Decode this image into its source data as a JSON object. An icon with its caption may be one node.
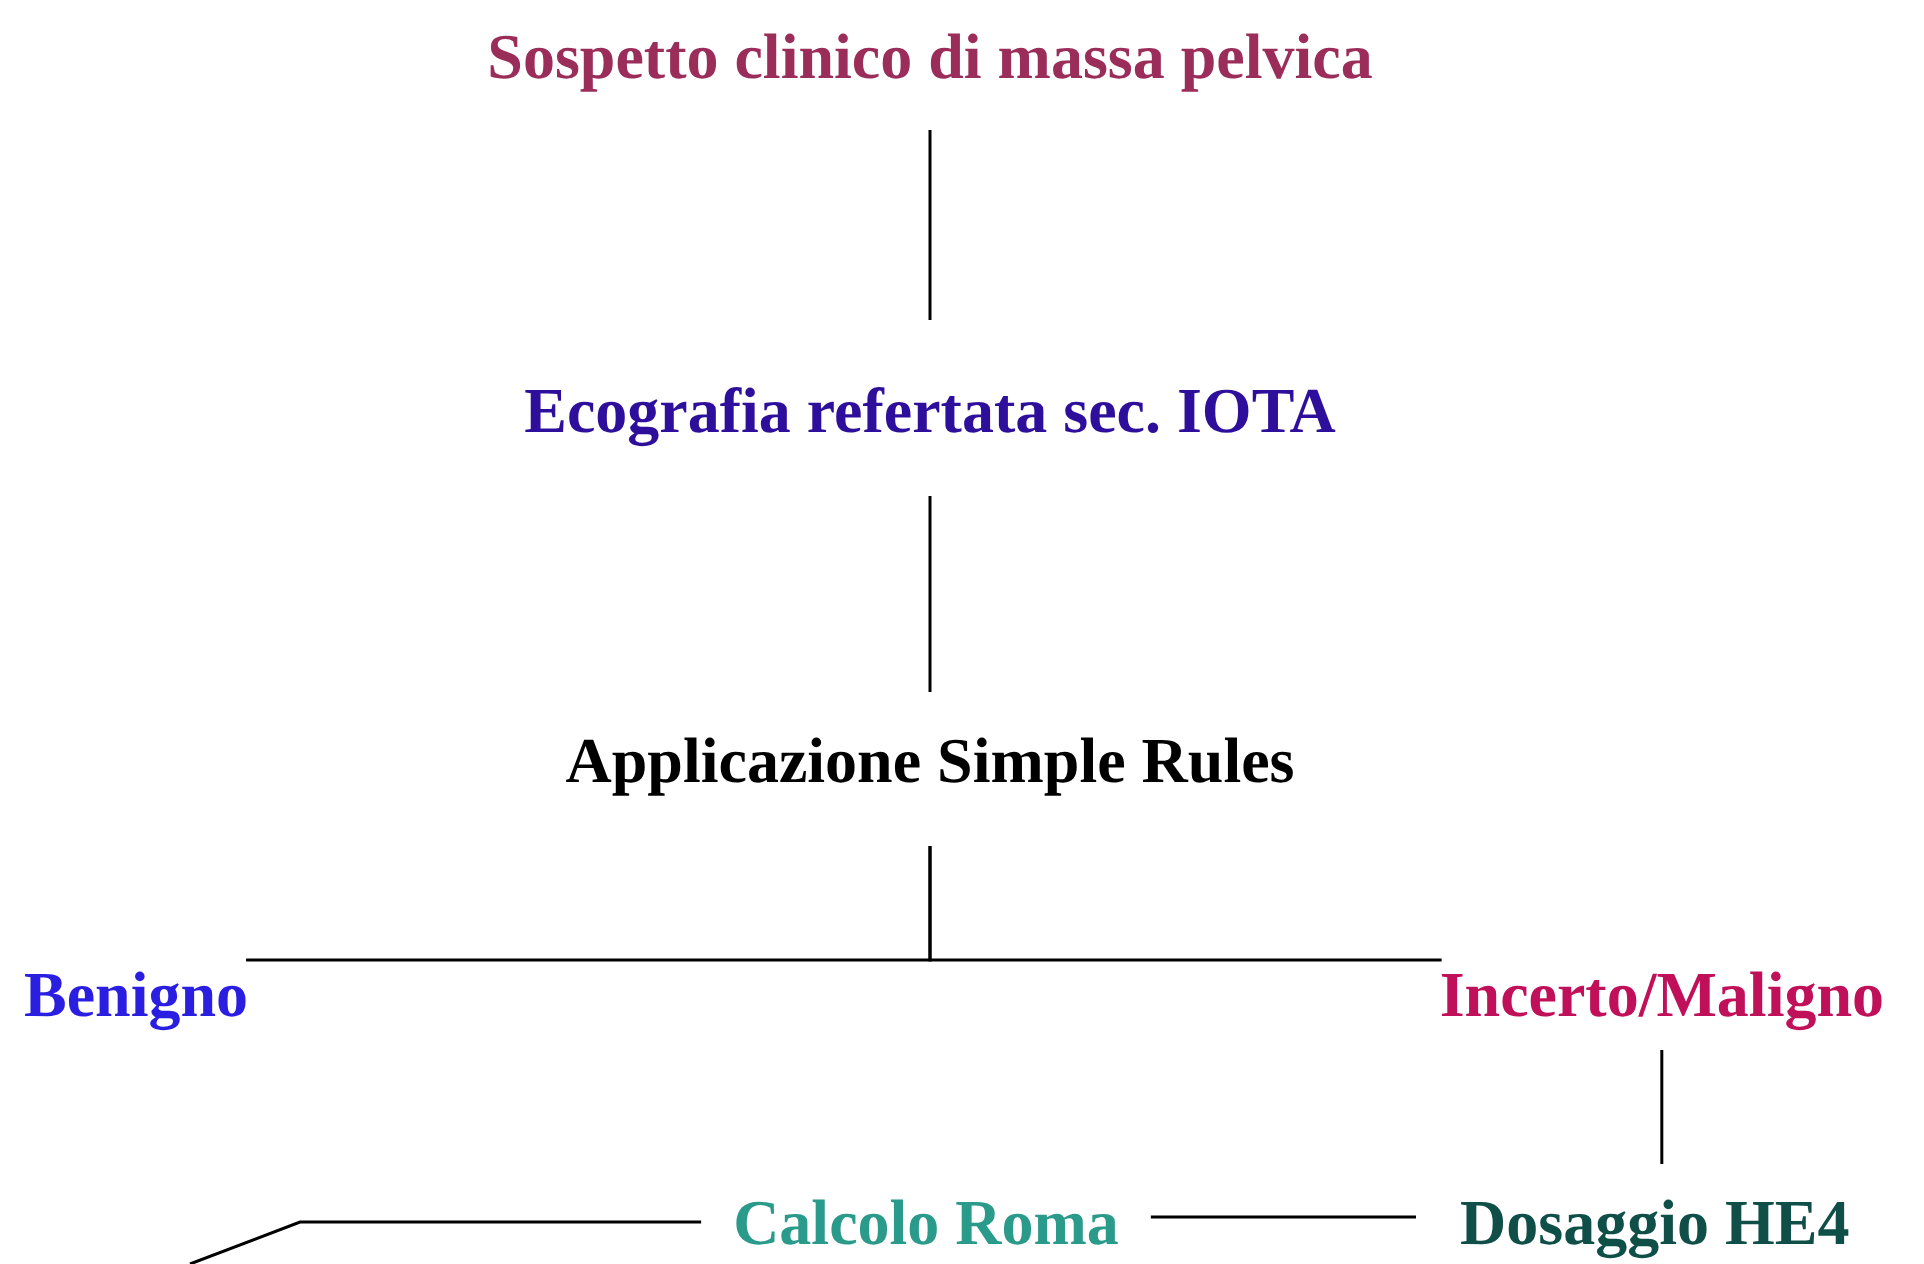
{
  "diagram": {
    "nodes": [
      {
        "text": [
          "Sospetto clinico di massa pelvica"
        ]
      },
      {
        "text": [
          "Ecografia refertata sec. IOTA"
        ]
      },
      {
        "text": [
          "Applicazione Simple Rules"
        ]
      },
      {
        "text": [
          "Benigno"
        ]
      },
      {
        "text": [
          "Incerto/Maligno"
        ]
      },
      {
        "text": [
          "Calcolo Roma"
        ]
      },
      {
        "text": [
          "Dosaggio HE4"
        ]
      }
    ],
    "edges": [
      {
        "from": 0,
        "to": 1,
        "arrow": "none"
      },
      {
        "from": 1,
        "to": 2,
        "arrow": "none"
      },
      {
        "from": 2,
        "to": 3,
        "arrow": "none"
      },
      {
        "from": 2,
        "to": 4,
        "arrow": "none"
      },
      {
        "from": 4,
        "to": 6,
        "arrow": "none"
      },
      {
        "from": 5,
        "to": 6,
        "arrow": "none"
      },
      {
        "from": 5,
        "to": null,
        "arrow": "none"
      }
    ]
  }
}
